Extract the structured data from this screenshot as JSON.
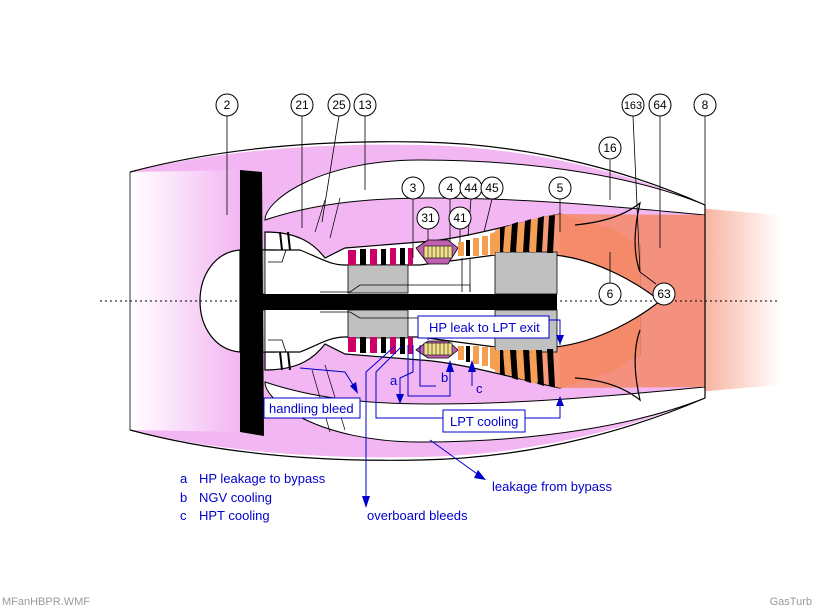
{
  "stations": {
    "s2": "2",
    "s21": "21",
    "s25": "25",
    "s13": "13",
    "s3": "3",
    "s4": "4",
    "s44": "44",
    "s45": "45",
    "s5": "5",
    "s31": "31",
    "s41": "41",
    "s163": "163",
    "s64": "64",
    "s8": "8",
    "s16": "16",
    "s6": "6",
    "s63": "63"
  },
  "labels": {
    "hp_leak": "HP leak to LPT exit",
    "handling_bleed": "handling bleed",
    "lpt_cooling": "LPT cooling",
    "leakage_bypass": "leakage from bypass",
    "overboard": "overboard bleeds",
    "a": "a",
    "b": "b",
    "c": "c"
  },
  "legend": [
    {
      "key": "a",
      "text": "HP leakage to bypass"
    },
    {
      "key": "b",
      "text": "NGV cooling"
    },
    {
      "key": "c",
      "text": "HPT cooling"
    }
  ],
  "footer": {
    "left": "MFanHBPR.WMF",
    "right": "GasTurb"
  },
  "colors": {
    "bypass": "#f2b6f2",
    "hot_core": "#f58a6a",
    "hpc_blade": "#cc0066",
    "turbine_blade": "#f5a050",
    "combustor": "#f0e08c",
    "grey_part": "#c0c0c0",
    "blue": "#0000cc"
  }
}
